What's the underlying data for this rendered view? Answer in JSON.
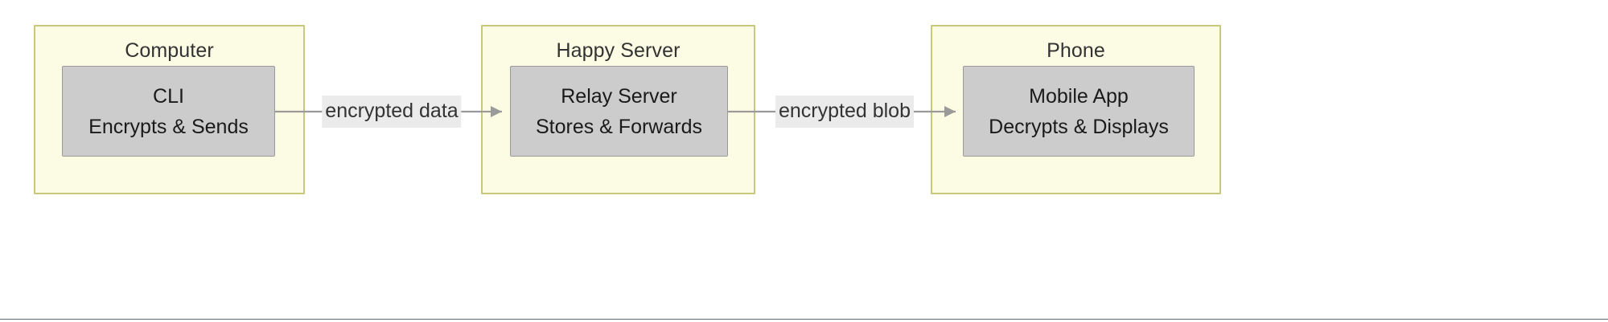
{
  "diagram": {
    "type": "flowchart-left-to-right",
    "background_color": "#ffffff",
    "cluster_fill": "#fcfce4",
    "cluster_stroke": "#c8c87c",
    "node_fill": "#cccccc",
    "node_stroke": "#9a9a9a",
    "edge_color": "#9a9a9a",
    "edge_label_background": "#ebebeb",
    "text_color": "#333333",
    "clusters": [
      {
        "id": "computer",
        "title": "Computer",
        "node": {
          "id": "cli",
          "lines": [
            "CLI",
            "Encrypts & Sends"
          ]
        }
      },
      {
        "id": "happy-server",
        "title": "Happy Server",
        "node": {
          "id": "relay-server",
          "lines": [
            "Relay Server",
            "Stores & Forwards"
          ]
        }
      },
      {
        "id": "phone",
        "title": "Phone",
        "node": {
          "id": "mobile-app",
          "lines": [
            "Mobile App",
            "Decrypts & Displays"
          ]
        }
      }
    ],
    "edges": [
      {
        "id": "edge-encrypted-data",
        "from": "cli",
        "to": "relay-server",
        "label": "encrypted data",
        "arrowhead": "solid-triangle"
      },
      {
        "id": "edge-encrypted-blob",
        "from": "relay-server",
        "to": "mobile-app",
        "label": "encrypted blob",
        "arrowhead": "solid-triangle"
      }
    ],
    "footer_rule_color": "#5b6770"
  }
}
